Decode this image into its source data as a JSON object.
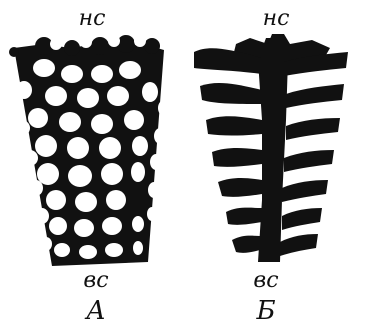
{
  "labels": {
    "a_top": "нс",
    "a_bottom": "вс",
    "a_letter": "А",
    "b_top": "нс",
    "b_bottom": "вс",
    "b_letter": "Б"
  },
  "colors": {
    "ink": "#111111",
    "paper": "#ffffff"
  }
}
